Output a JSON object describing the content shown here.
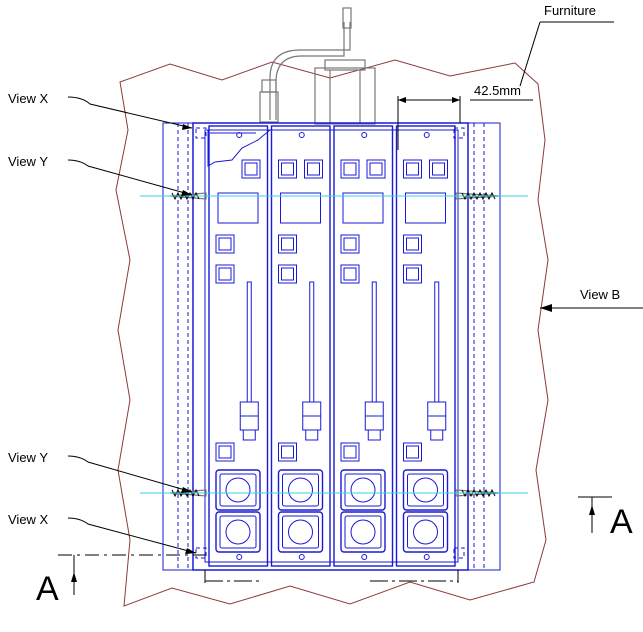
{
  "labels": {
    "furniture": "Furniture",
    "dimension": "42.5mm",
    "view_x_top": "View X",
    "view_y_top": "View Y",
    "view_y_bottom": "View Y",
    "view_x_bottom": "View X",
    "view_b": "View B",
    "section_left": "A",
    "section_right": "A"
  },
  "colors": {
    "outline": "#1a1ad6",
    "centerline": "#3ad0e8",
    "furniture_edge": "#8b3a3a"
  },
  "modules": {
    "count": 4
  }
}
